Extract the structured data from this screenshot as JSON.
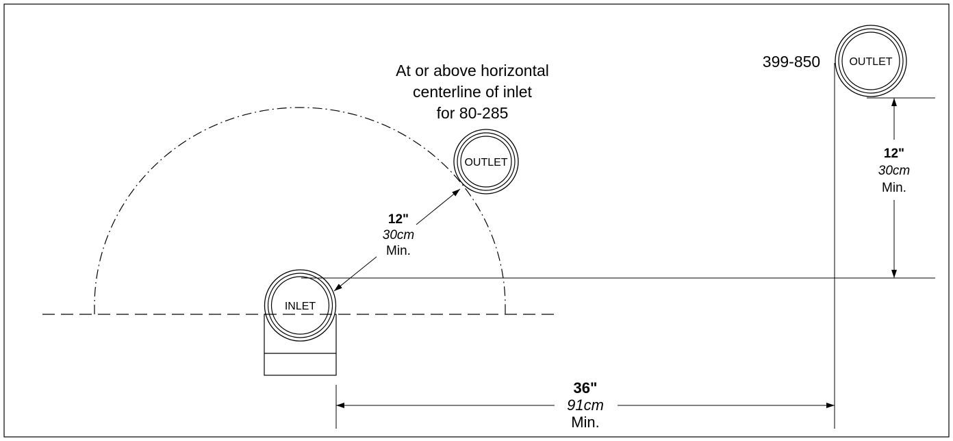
{
  "labels": {
    "inlet": "INLET",
    "outlet_left": "OUTLET",
    "outlet_right": "OUTLET",
    "model_range_right": "399-850",
    "note_line1": "At or above horizontal",
    "note_line2": "centerline of inlet",
    "note_line3": "for 80-285"
  },
  "dimensions": {
    "diagonal": {
      "imperial": "12\"",
      "metric": "30cm",
      "qualifier": "Min."
    },
    "vertical": {
      "imperial": "12\"",
      "metric": "30cm",
      "qualifier": "Min."
    },
    "horizontal": {
      "imperial": "36\"",
      "metric": "91cm",
      "qualifier": "Min."
    }
  }
}
